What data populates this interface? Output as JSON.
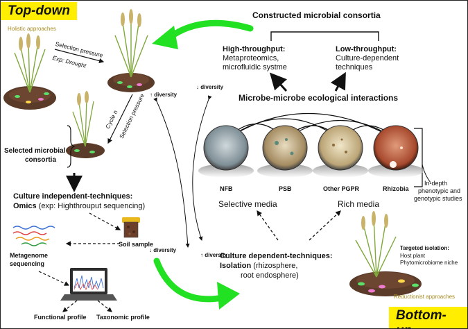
{
  "top_down": {
    "title": "Top-down",
    "subtitle": "Holistic approaches"
  },
  "bottom_up": {
    "title": "Bottom-up",
    "subtitle": "Reductionist approaches"
  },
  "consortia_title": "Constructed microbial consortia",
  "high_throughput": {
    "heading": "High-throughput:",
    "line1": "Metaproteomics,",
    "line2": "microfluidic systme"
  },
  "low_throughput": {
    "heading": "Low-throughput:",
    "line1": "Culture-dependent",
    "line2": "techniques"
  },
  "interactions": "Microbe-microbe ecological interactions",
  "selection_pressure": "Selection pressure",
  "drought": "Exp: Drought",
  "cycle": "Cycle n",
  "selection_pressure_2": "Selection pressure",
  "diversity_up": "↑ diversity",
  "diversity_down": "↓ diversity",
  "selected_consortia": {
    "line1": "Selected microbial",
    "line2": "consortia"
  },
  "culture_independent": {
    "line1": "Culture independent-techniques:",
    "bold": "Omics",
    "rest": " (exp: Highthrouput sequencing)"
  },
  "soil_sample": "Soil sample",
  "metagenome": {
    "line1": "Metagenome",
    "line2": "sequencing"
  },
  "functional_profile": "Functional profile",
  "taxonomic_profile": "Taxonomic profile",
  "plates": [
    {
      "label": "NFB",
      "color": "#8a9aa2"
    },
    {
      "label": "PSB",
      "color": "#b8a07a"
    },
    {
      "label": "Other PGPR",
      "color": "#c9b88e"
    },
    {
      "label": "Rhizobia",
      "color": "#b5563a"
    }
  ],
  "selective_media": "Selective media",
  "rich_media": "Rich media",
  "in_depth": {
    "line1": "In-depth",
    "line2": "phenotypic and",
    "line3": "genotypic studies"
  },
  "culture_dependent": {
    "line1": "Culture dependent-techniques:",
    "bold": "Isolation",
    "rest": " (rhizosphere,",
    "line3": "root endosphere)"
  },
  "targeted": {
    "heading": "Targeted isolation:",
    "line1": "Host plant",
    "line2": "Phytomicrobiome niche"
  }
}
